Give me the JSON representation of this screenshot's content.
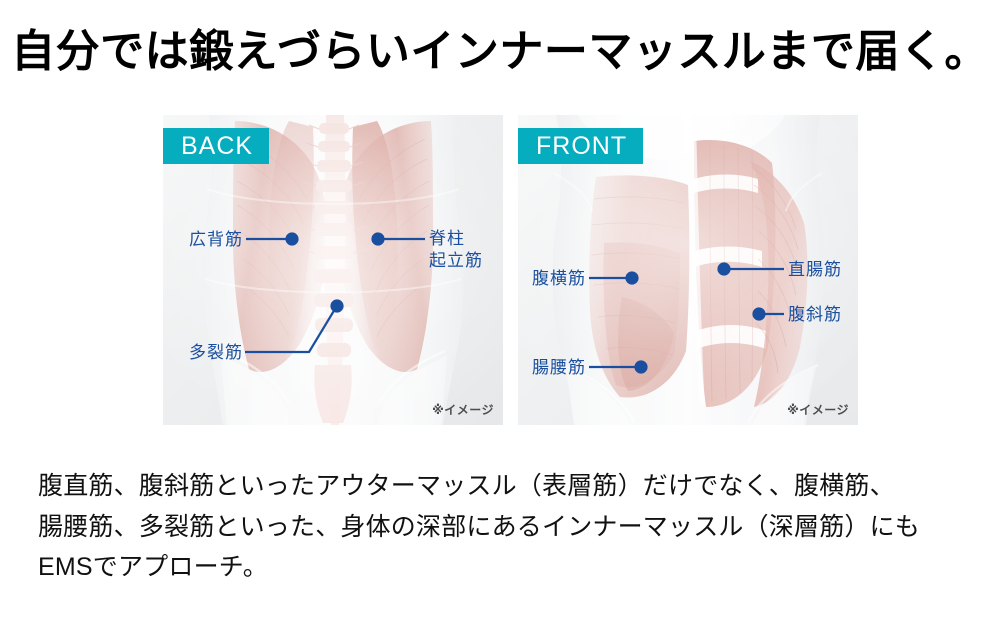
{
  "headline": "自分では鍛えづらいインナーマッスルまで届く。",
  "theme": {
    "badge_teal": "#06adbf",
    "label_blue": "#1a4fa0",
    "text_black": "#111111",
    "panel_bg": "#f2f3f4",
    "muscle_red": "#cf8277"
  },
  "panels": [
    {
      "id": "back",
      "badge": "BACK",
      "image_note": "※イメージ",
      "labels": [
        {
          "name": "latissimus-dorsi",
          "text": "広背筋",
          "side": "left"
        },
        {
          "name": "erector-spinae",
          "text_line1": "脊柱",
          "text_line2": "起立筋",
          "side": "right"
        },
        {
          "name": "multifidus",
          "text": "多裂筋",
          "side": "left"
        }
      ]
    },
    {
      "id": "front",
      "badge": "FRONT",
      "image_note": "※イメージ",
      "labels": [
        {
          "name": "transverse-abdominis",
          "text": "腹横筋",
          "side": "left"
        },
        {
          "name": "rectus-abdominis",
          "text": "直腸筋",
          "side": "right"
        },
        {
          "name": "obliques",
          "text": "腹斜筋",
          "side": "right"
        },
        {
          "name": "iliopsoas",
          "text": "腸腰筋",
          "side": "left"
        }
      ]
    }
  ],
  "body": {
    "line1": "腹直筋、腹斜筋といったアウターマッスル（表層筋）だけでなく、腹横筋、",
    "line2": "腸腰筋、多裂筋といった、身体の深部にあるインナーマッスル（深層筋）にも",
    "line3": "EMSでアプローチ。"
  }
}
